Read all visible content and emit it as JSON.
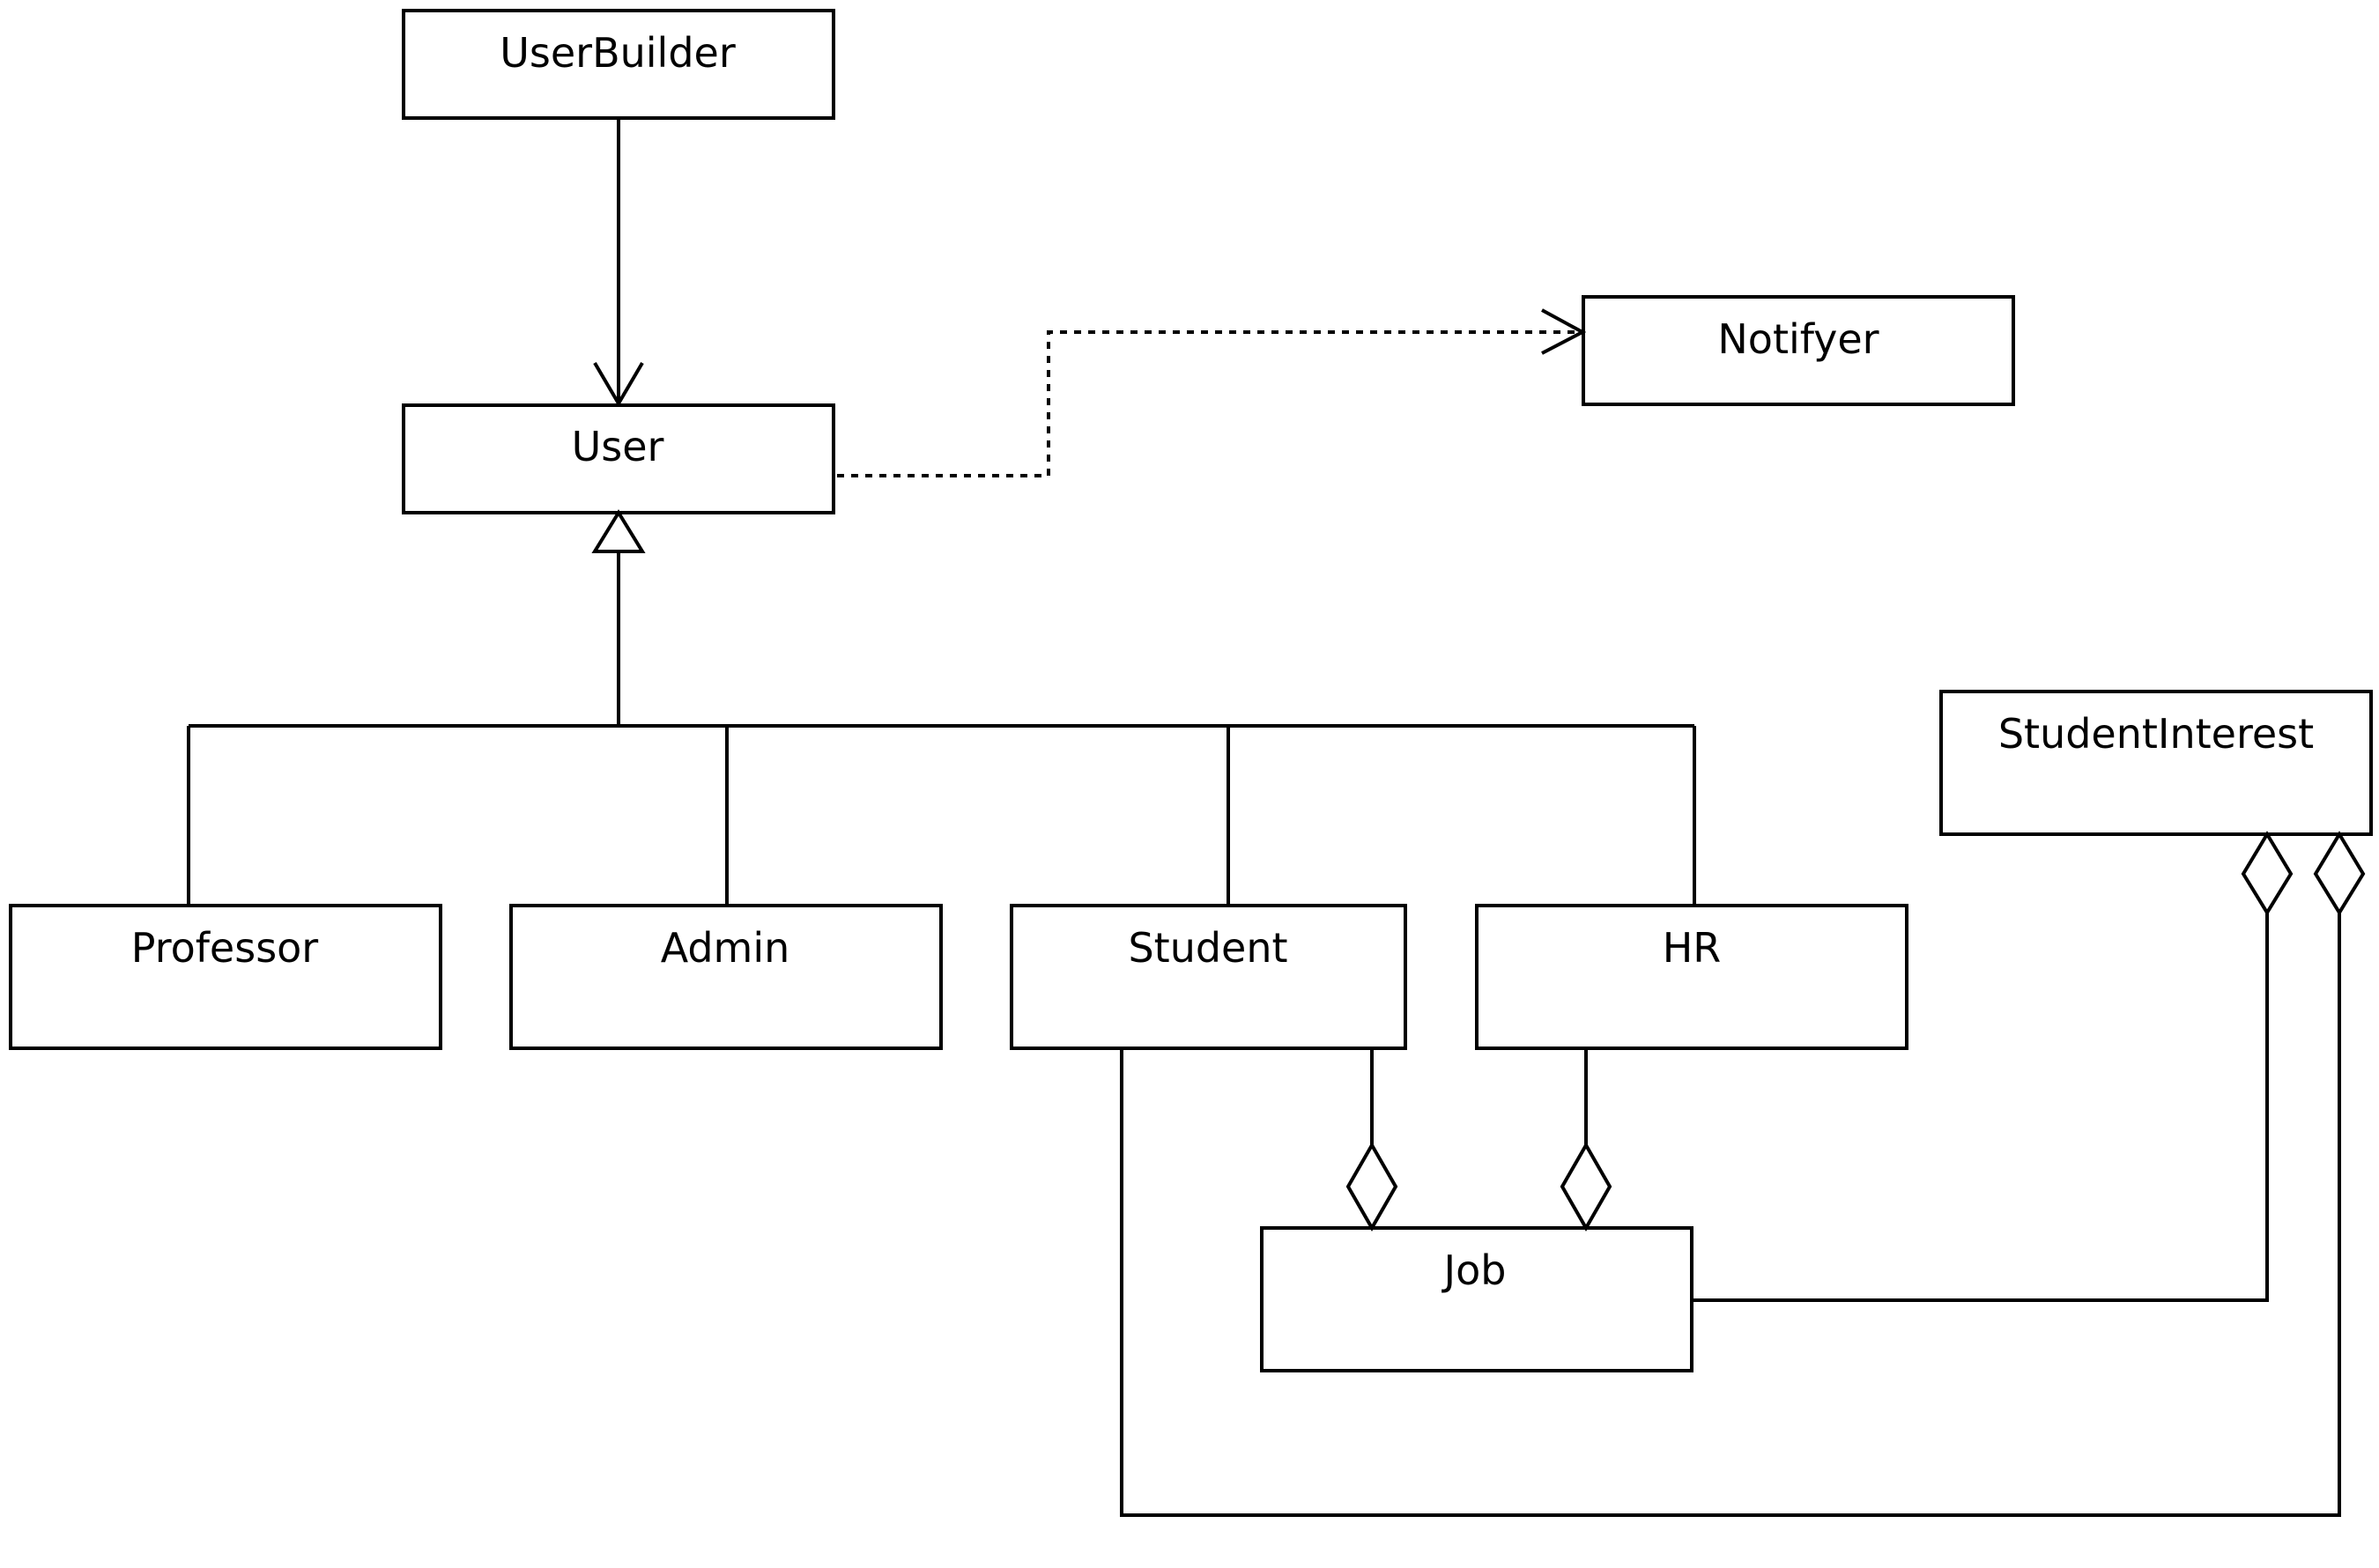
{
  "classes": {
    "user_builder": "UserBuilder",
    "user": "User",
    "notifyer": "Notifyer",
    "professor": "Professor",
    "admin": "Admin",
    "student": "Student",
    "hr": "HR",
    "student_interest": "StudentInterest",
    "job": "Job"
  },
  "relations": [
    {
      "type": "association",
      "from": "UserBuilder",
      "to": "User"
    },
    {
      "type": "dependency",
      "from": "User",
      "to": "Notifyer"
    },
    {
      "type": "generalization",
      "from": "Professor",
      "to": "User"
    },
    {
      "type": "generalization",
      "from": "Admin",
      "to": "User"
    },
    {
      "type": "generalization",
      "from": "Student",
      "to": "User"
    },
    {
      "type": "generalization",
      "from": "HR",
      "to": "User"
    },
    {
      "type": "aggregation",
      "from": "Student",
      "to": "Job"
    },
    {
      "type": "aggregation",
      "from": "HR",
      "to": "Job"
    },
    {
      "type": "aggregation",
      "from": "Job",
      "to": "StudentInterest"
    },
    {
      "type": "aggregation",
      "from": "Student",
      "to": "StudentInterest"
    }
  ]
}
